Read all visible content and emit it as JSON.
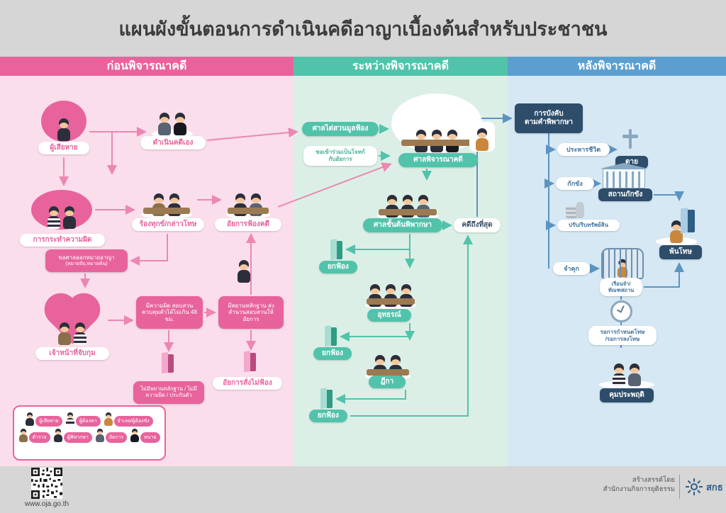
{
  "page": {
    "title": "แผนผังขั้นตอนการดำเนินคดีอาญาเบื้องต้นสำหรับประชาชน"
  },
  "sections": {
    "before": {
      "header": "ก่อนพิจารณาคดี"
    },
    "during": {
      "header": "ระหว่างพิจารณาคดี"
    },
    "after": {
      "header": "หลังพิจารณาคดี"
    }
  },
  "before": {
    "victim": "ผู้เสียหาย",
    "self_case": "ดำเนินคดีเอง",
    "offense": "การกระทำความผิด",
    "complaint": "ร้องทุกข์/กล่าวโทษ",
    "prosecutor_files": "อัยการฟ้องคดี",
    "warrant_line1": "ขอศาลออกหมายอาญา",
    "warrant_line2": "(หมายจับ,หมายค้น)",
    "arrest": "เจ้าหน้าที่จับกุม",
    "investigate": "มีความผิด สอบสวน ควบคุมตัวได้ไม่เกิน 48 ชม.",
    "send_evidence": "มีพยานหลักฐาน ส่งสำนวนสอบสวนให้อัยการ",
    "no_evidence": "ไม่มีพยานหลักฐาน / ไม่มีความผิด / ประกันตัว",
    "no_prosecution": "อัยการสั่งไม่ฟ้อง",
    "legend": [
      {
        "label": "ผู้เสียหาย"
      },
      {
        "label": "ผู้ต้องหา"
      },
      {
        "label": "จำเลย/ผู้ต้องขัง"
      },
      {
        "label": "ตำรวจ"
      },
      {
        "label": "ผู้พิพากษา"
      },
      {
        "label": "อัยการ"
      },
      {
        "label": "ทนาย"
      }
    ]
  },
  "during": {
    "examine": "ศาลไต่สวนมูลฟ้อง",
    "joint_line1": "ขอเข้าร่วมเป็นโจทก์",
    "joint_line2": "กับอัยการ",
    "trial": "ศาลพิจารณาคดี",
    "first_instance": "ศาลชั้นต้นพิพากษา",
    "final_case": "คดีถึงที่สุด",
    "dismiss": "ยกฟ้อง",
    "appeal": "อุทธรณ์",
    "supreme": "ฎีกา"
  },
  "after": {
    "enforcement_line1": "การบังคับ",
    "enforcement_line2": "ตามคำพิพากษา",
    "execution": "ประหารชีวิต",
    "death": "ตาย",
    "detention": "กักขัง",
    "detention_center": "สถานกักขัง",
    "fine": "ปรับ/ริบทรัพย์สิน",
    "imprisonment": "จำคุก",
    "prison_line1": "เรือนจำ/",
    "prison_line2": "ทัณฑสถาน",
    "released": "พ้นโทษ",
    "suspended_line1": "รอการกำหนดโทษ",
    "suspended_line2": "/รอการลงโทษ",
    "probation": "คุมประพฤติ"
  },
  "footer": {
    "url": "www.oja.go.th",
    "credit_line1": "สร้างสรรค์โดย",
    "credit_line2": "สำนักงานกิจการยุติธรรม",
    "org_abbr": "สกธ"
  },
  "colors": {
    "pink": "#e8639c",
    "teal": "#52c3ab",
    "blue": "#5b9fd0",
    "dark_navy": "#2e4d6b"
  }
}
